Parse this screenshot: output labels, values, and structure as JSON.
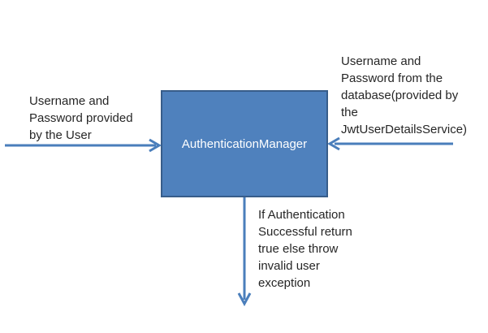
{
  "diagram": {
    "node": {
      "label": "AuthenticationManager"
    },
    "annotations": {
      "left": {
        "lines": [
          "Username and",
          "Password provided",
          "by the User"
        ]
      },
      "right": {
        "lines": [
          "Username and",
          "Password from the",
          "database(provided by",
          "the",
          "JwtUserDetailsService)"
        ]
      },
      "bottom": {
        "lines": [
          "If Authentication",
          "Successful return",
          "true else throw",
          "invalid user",
          "exception"
        ]
      }
    },
    "arrows": {
      "left": "user-credentials-into-manager",
      "right": "database-credentials-into-manager",
      "bottom": "authentication-result-out"
    },
    "colors": {
      "node_fill": "#4f81bd",
      "node_border": "#385d8a",
      "node_label": "#ffffff",
      "arrow": "#4a7ebb",
      "text": "#262626",
      "background": "#ffffff"
    }
  }
}
